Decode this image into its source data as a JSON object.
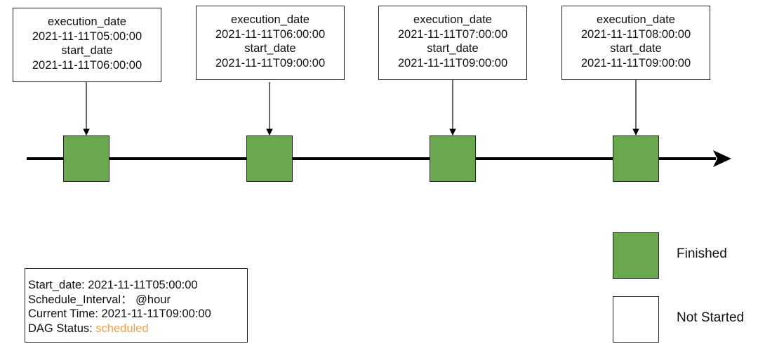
{
  "colors": {
    "finished": "#6aa84f",
    "not_started": "#ffffff",
    "line": "#000000",
    "status_scheduled": "#f5a04a"
  },
  "runs": [
    {
      "execution_label": "execution_date",
      "execution_value": "2021-11-11T05:00:00",
      "start_label": "start_date",
      "start_value": "2021-11-11T06:00:00",
      "state": "finished"
    },
    {
      "execution_label": "execution_date",
      "execution_value": "2021-11-11T06:00:00",
      "start_label": "start_date",
      "start_value": "2021-11-11T09:00:00",
      "state": "finished"
    },
    {
      "execution_label": "execution_date",
      "execution_value": "2021-11-11T07:00:00",
      "start_label": "start_date",
      "start_value": "2021-11-11T09:00:00",
      "state": "finished"
    },
    {
      "execution_label": "execution_date",
      "execution_value": "2021-11-11T08:00:00",
      "start_label": "start_date",
      "start_value": "2021-11-11T09:00:00",
      "state": "finished"
    }
  ],
  "legend": {
    "finished_label": "Finished",
    "not_started_label": "Not Started"
  },
  "info": {
    "start_date_text": "Start_date: 2021-11-11T05:00:00",
    "schedule_interval_text": "Schedule_Interval： @hour",
    "current_time_text": "Current Time: 2021-11-11T09:00:00",
    "dag_status_label": "DAG Status:",
    "dag_status_value": "scheduled"
  }
}
